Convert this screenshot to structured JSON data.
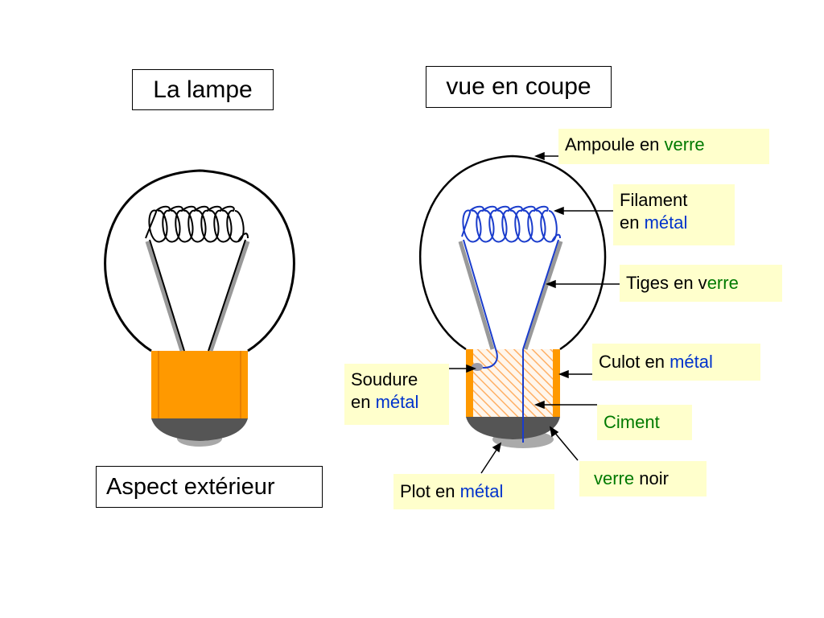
{
  "titles": {
    "left": "La lampe",
    "right": "vue en coupe",
    "bottom": "Aspect extérieur"
  },
  "labels": {
    "ampoule": {
      "prefix": "Ampoule en ",
      "material": "verre"
    },
    "filament": {
      "line1": "Filament",
      "prefix": "en ",
      "material": "métal"
    },
    "tiges": {
      "prefix": "Tiges en v",
      "material": "erre"
    },
    "culot": {
      "prefix": "Culot en ",
      "material": "métal"
    },
    "soudure": {
      "line1": "Soudure",
      "prefix": "en ",
      "material": "métal"
    },
    "ciment": {
      "text": "Ciment"
    },
    "verre_noir": {
      "material": "verre",
      "suffix": " noir"
    },
    "plot": {
      "prefix": "Plot en ",
      "material": "métal"
    }
  },
  "colors": {
    "glass_text": "#007a00",
    "metal_text": "#0033cc",
    "label_bg": "#ffffcc",
    "culot": "#ff9900",
    "black_glass": "#555555",
    "plot": "#999999",
    "filament_section": "#1a3ccc"
  }
}
